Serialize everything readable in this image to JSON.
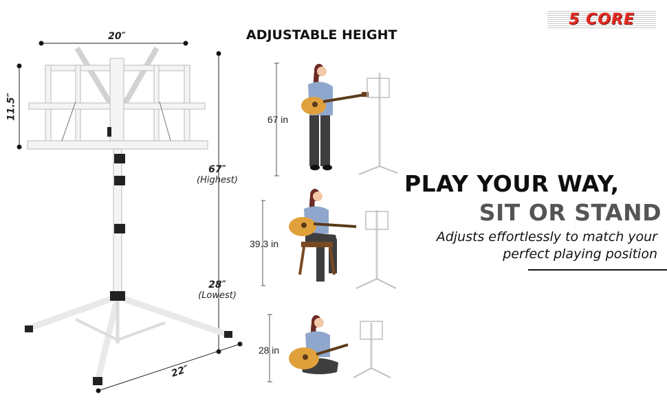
{
  "brand": {
    "logo_text": "5 CORE",
    "logo_color": "#e32b22"
  },
  "stand_dimensions": {
    "width_top": "20″",
    "desk_height": "11.5″",
    "highest": {
      "value": "67″",
      "label": "(Highest)"
    },
    "lowest": {
      "value": "28″",
      "label": "(Lowest)"
    },
    "base_width": "22″"
  },
  "section": {
    "title": "ADJUSTABLE HEIGHT",
    "positions": [
      {
        "height": "67 in",
        "pose": "standing"
      },
      {
        "height": "39.3 in",
        "pose": "sitting on stool"
      },
      {
        "height": "28 in",
        "pose": "sitting on floor"
      }
    ]
  },
  "headline": {
    "line1": "PLAY YOUR WAY,",
    "line2": "SIT OR STAND",
    "tagline1": "Adjusts effortlessly to match your",
    "tagline2": "perfect playing position"
  },
  "colors": {
    "stand_white": "#f4f4f4",
    "stand_outline": "#c4c4c4",
    "shirt": "#8fa7cc",
    "pants": "#3e3e3e",
    "hair": "#6b2b24",
    "guitar": "#e0a13c",
    "accent_gray": "#555555"
  }
}
